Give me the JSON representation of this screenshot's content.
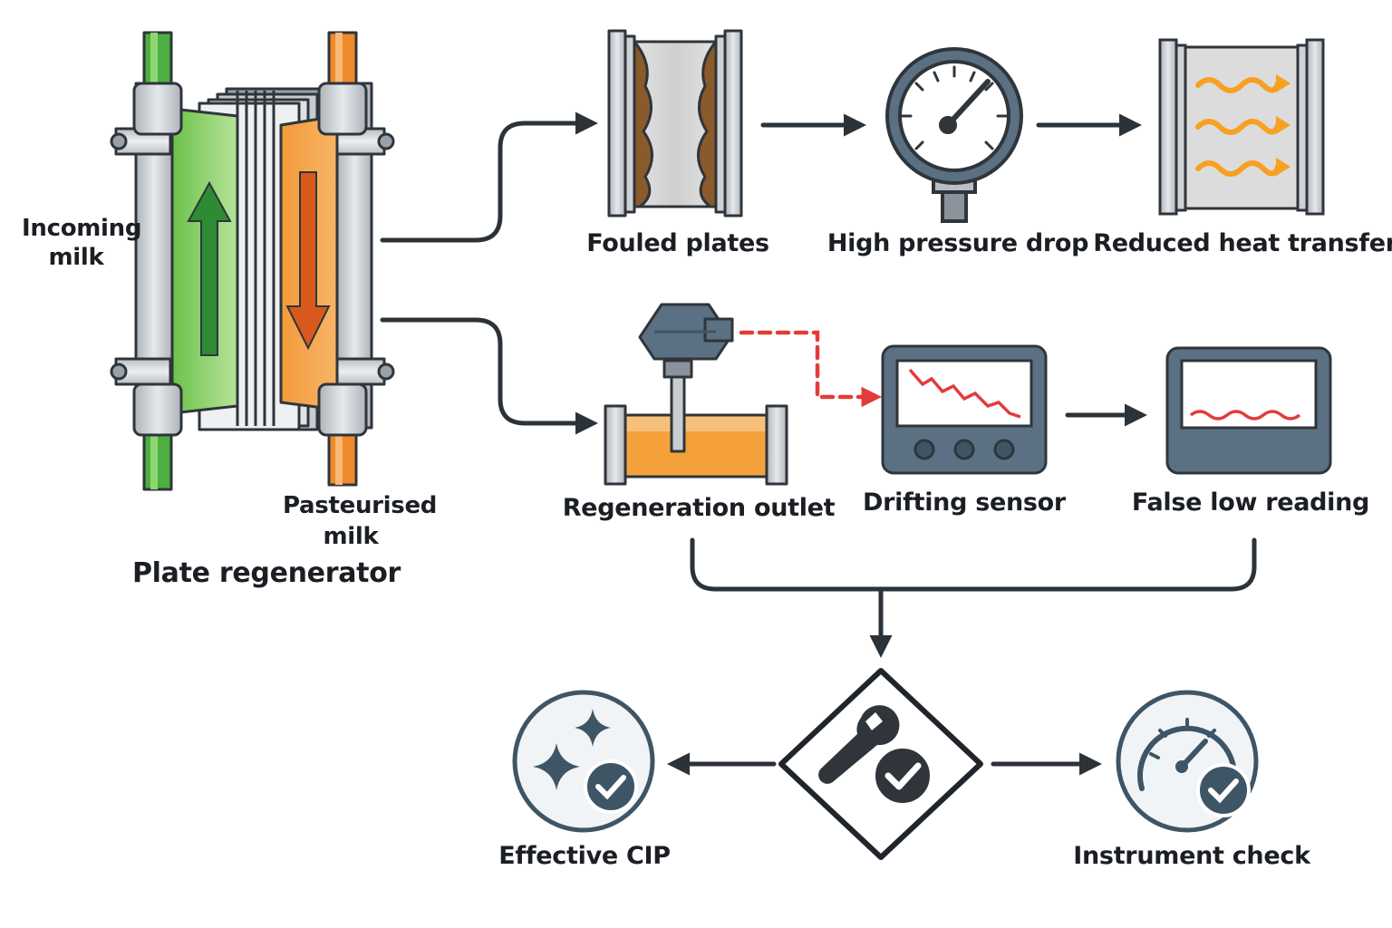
{
  "labels": {
    "incoming_milk": "Incoming milk",
    "pasteurised_milk": "Pasteurised milk",
    "plate_regenerator": "Plate regenerator",
    "fouled_plates": "Fouled plates",
    "high_pressure_drop": "High pressure drop",
    "reduced_heat_transfer": "Reduced heat transfer",
    "regeneration_outlet": "Regeneration outlet",
    "drifting_sensor": "Drifting sensor",
    "false_low_reading": "False low reading",
    "effective_cip": "Effective CIP",
    "instrument_check": "Instrument check"
  },
  "colors": {
    "incoming_green": "#4caf3f",
    "pasteurised_orange": "#f08a2a",
    "steel": "#c9ced3",
    "outline": "#2f353b",
    "icon_blue": "#3e5566",
    "panel_blue": "#5b7083",
    "fouling_brown": "#8b5a2b",
    "signal_red": "#e23b3b",
    "heat_orange": "#f7a021",
    "arrow_dark": "#2b3238"
  },
  "icons": [
    "heat-exchanger-icon",
    "fouled-plates-icon",
    "pressure-gauge-icon",
    "heat-transfer-icon",
    "temperature-probe-icon",
    "drifting-monitor-icon",
    "low-reading-monitor-icon",
    "maintenance-diamond-icon",
    "cip-sparkle-icon",
    "instrument-check-icon"
  ]
}
